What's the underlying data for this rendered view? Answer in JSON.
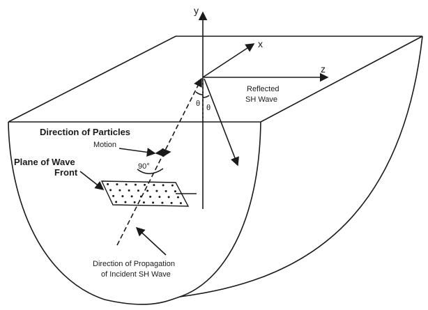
{
  "axes": {
    "y": "y",
    "x": "x",
    "z": "z"
  },
  "labels": {
    "reflected_line1": "Reflected",
    "reflected_line2": "SH Wave",
    "particles_line1": "Direction of Particles",
    "particles_line2": "Motion",
    "plane_line1": "Plane of Wave",
    "plane_line2": "Front",
    "angle_right": "90°",
    "theta1": "θ",
    "theta2": "θ",
    "propagation_line1": "Direction of Propagation",
    "propagation_line2": "of Incident SH Wave"
  },
  "colors": {
    "ink": "#1a1a1a",
    "background": "#ffffff"
  }
}
